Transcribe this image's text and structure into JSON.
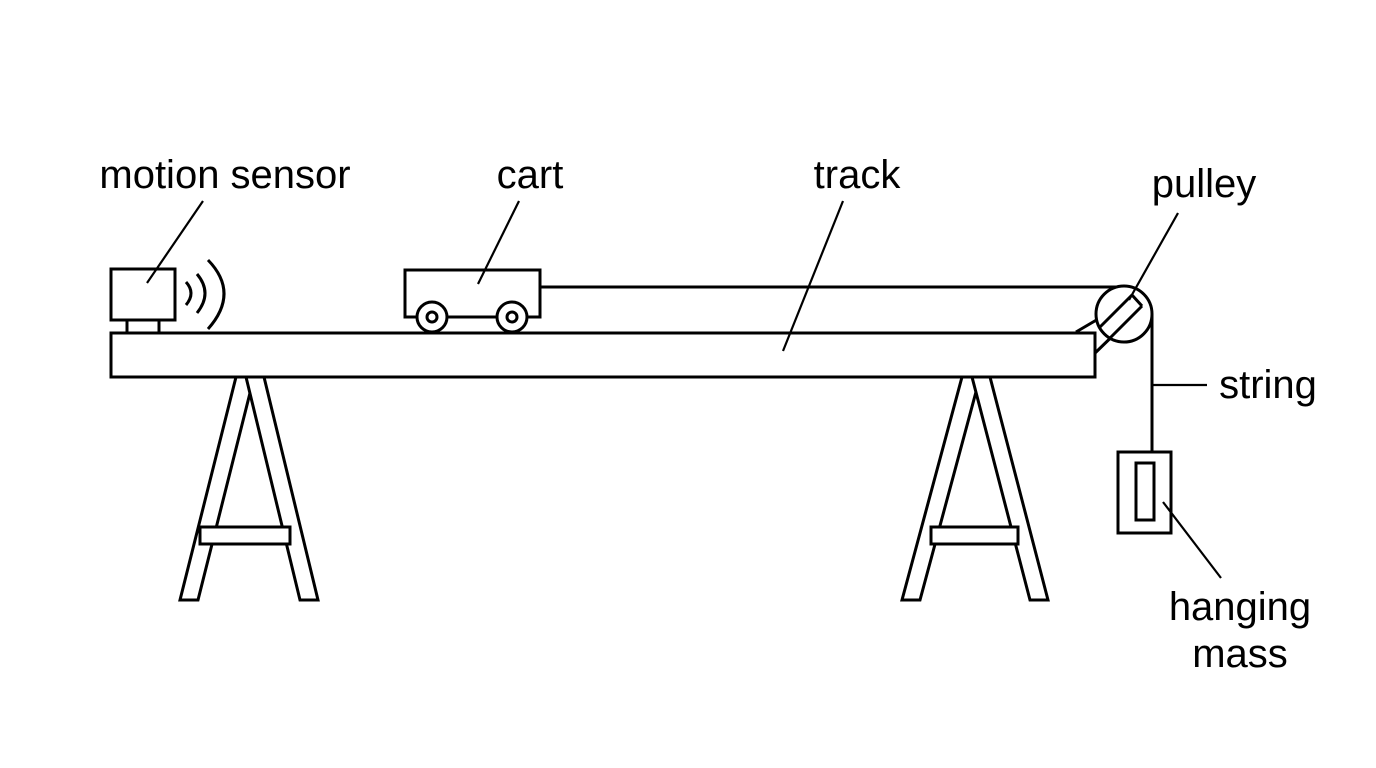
{
  "labels": {
    "motion_sensor": "motion sensor",
    "cart": "cart",
    "track": "track",
    "pulley": "pulley",
    "string": "string",
    "hanging_mass_line1": "hanging",
    "hanging_mass_line2": "mass"
  },
  "colors": {
    "line": "#000000",
    "background": "#ffffff"
  }
}
